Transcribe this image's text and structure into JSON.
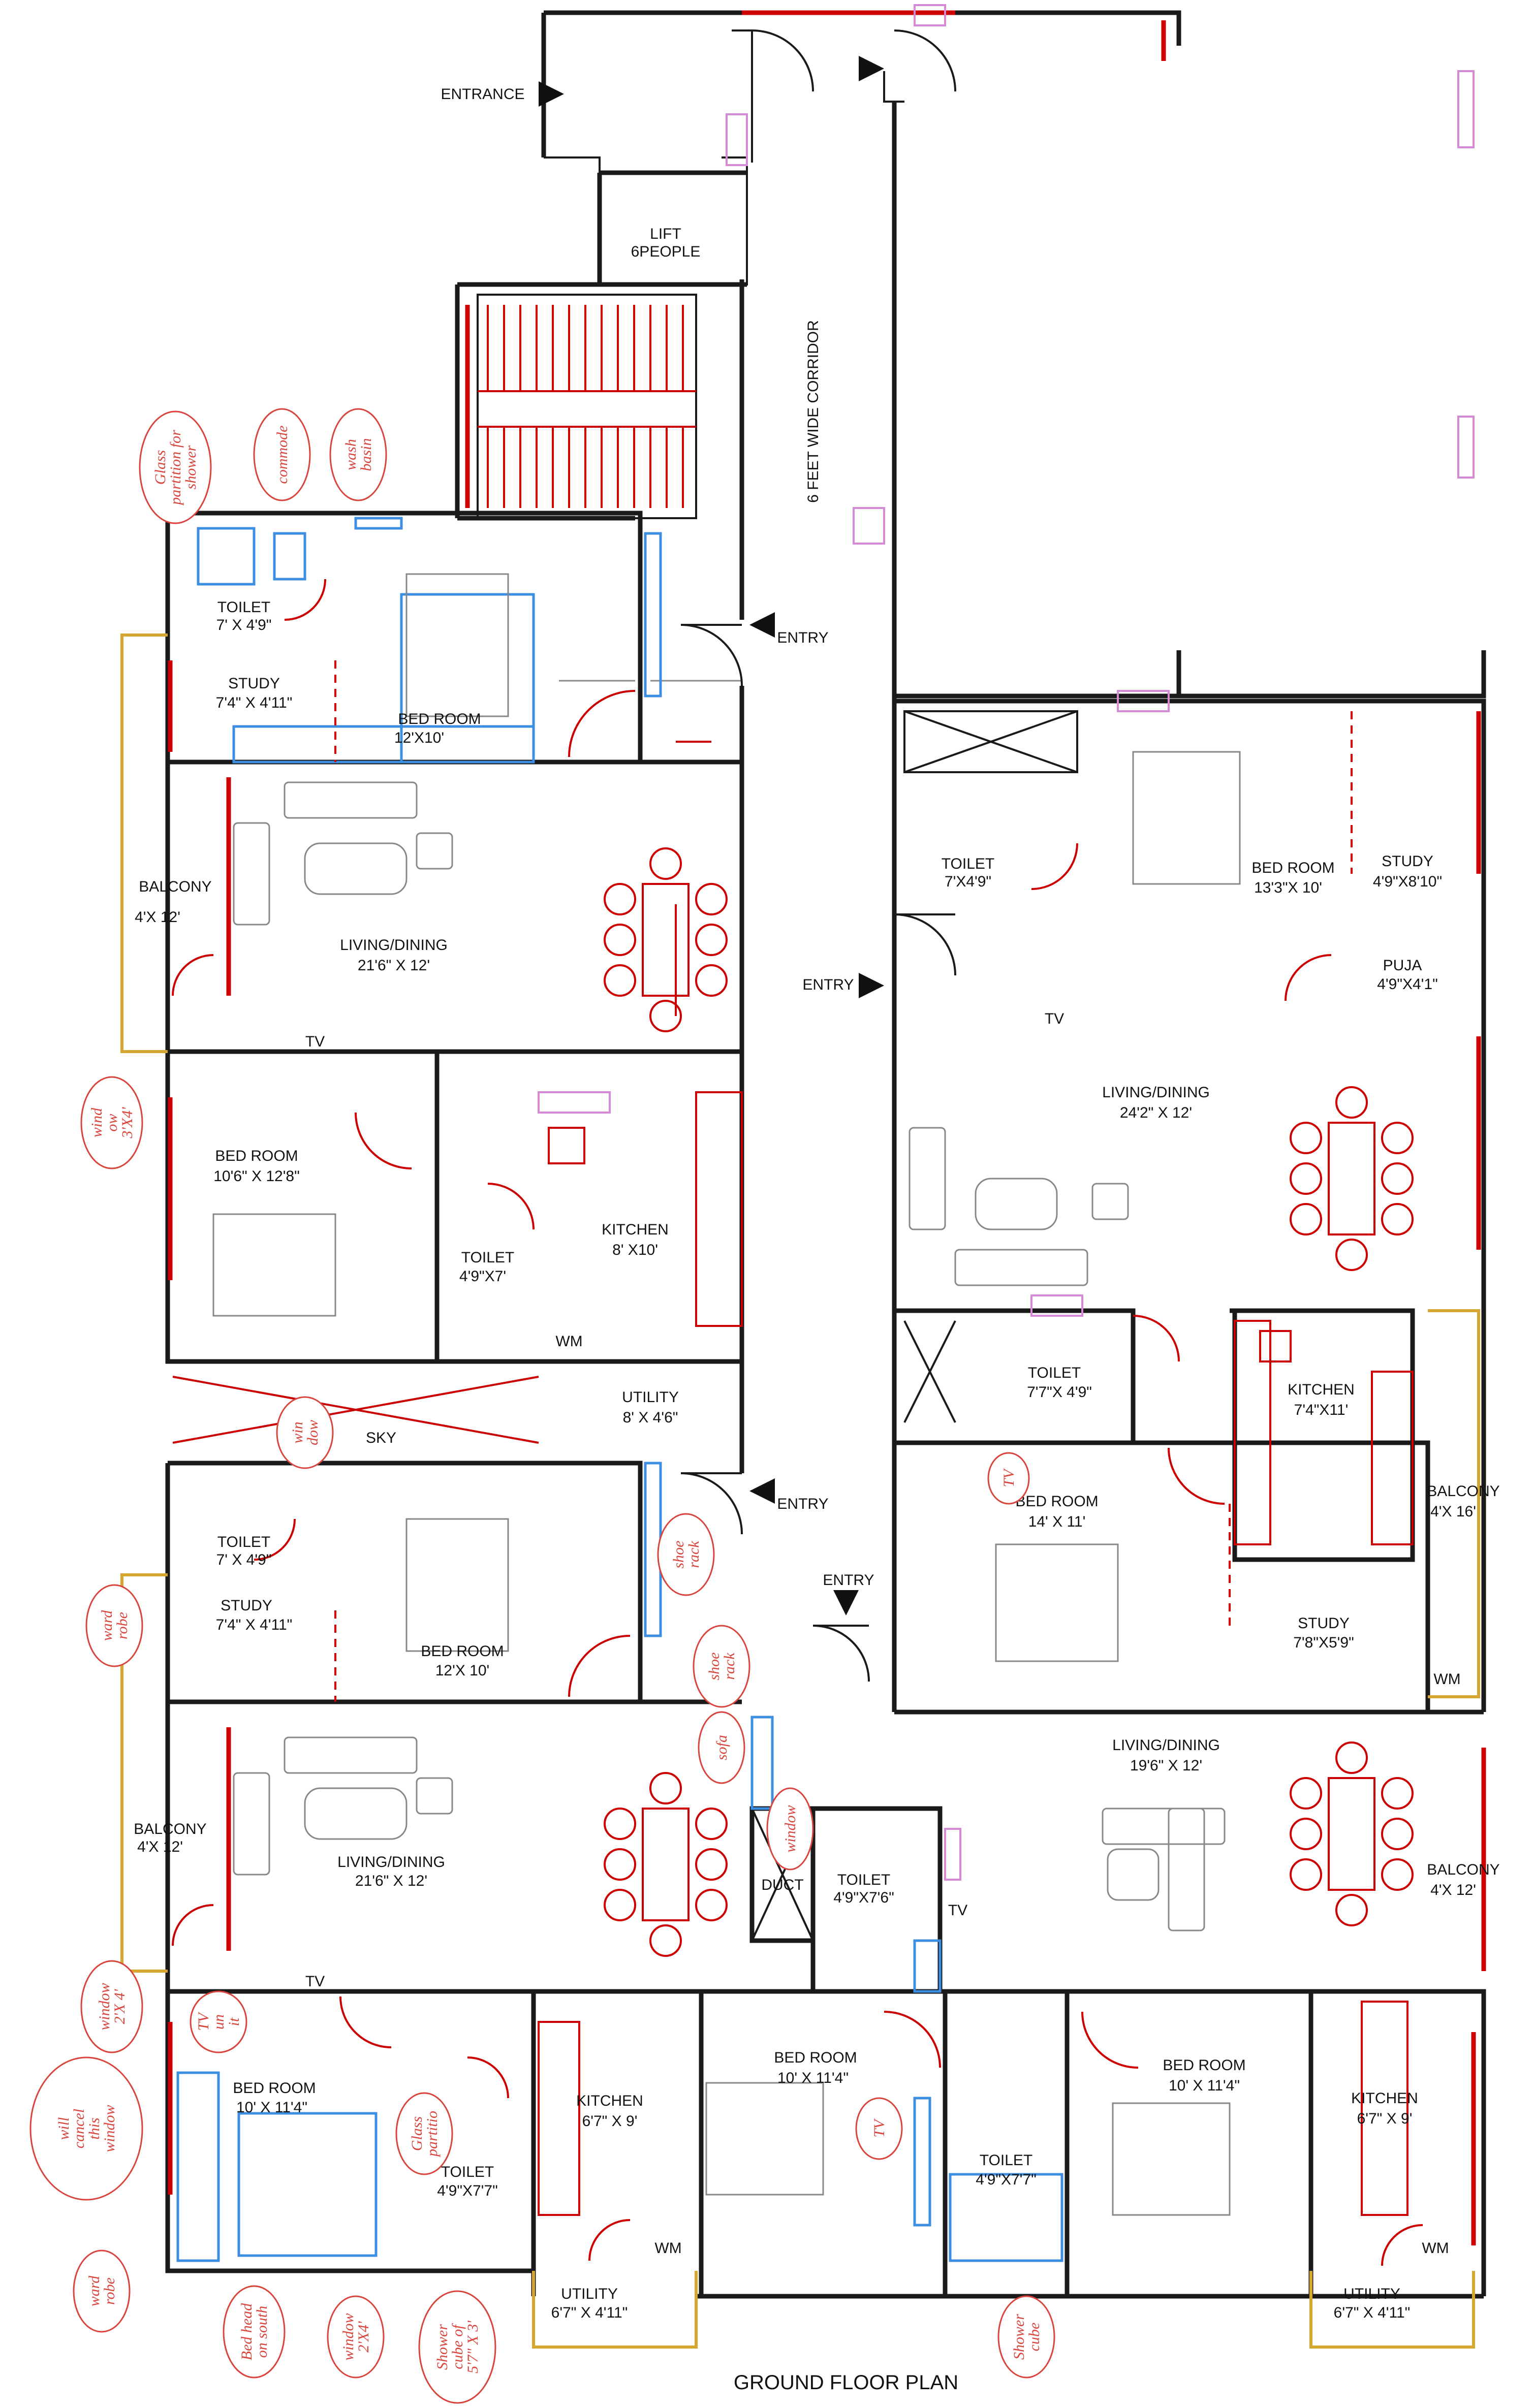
{
  "plan": {
    "title": "GROUND FLOOR PLAN",
    "entrance_label": "ENTRANCE",
    "lift_label": "LIFT",
    "lift_capacity": "6PEOPLE",
    "corridor_label": "6 FEET WIDE CORRIDOR",
    "entry_label": "ENTRY",
    "duct_label": "DUCT",
    "sky_label": "SKY"
  },
  "rooms": {
    "a_toilet": {
      "name": "TOILET",
      "dims": "7' X 4'9\""
    },
    "a_study": {
      "name": "STUDY",
      "dims": "7'4\" X 4'11\""
    },
    "a_bedroom": {
      "name": "BED ROOM",
      "dims": "12'X10'"
    },
    "a_balcony": {
      "name": "BALCONY",
      "dims": "4'X 12'"
    },
    "a_living": {
      "name": "LIVING/DINING",
      "dims": "21'6\" X 12'"
    },
    "a_tv": {
      "name": "TV"
    },
    "a_bedroom2": {
      "name": "BED ROOM",
      "dims": "10'6\" X 12'8\""
    },
    "a_toilet2": {
      "name": "TOILET",
      "dims": "4'9\"X7'"
    },
    "a_kitchen": {
      "name": "KITCHEN",
      "dims": "8' X10'"
    },
    "a_wm": {
      "name": "WM"
    },
    "a_utility": {
      "name": "UTILITY",
      "dims": "8' X 4'6\""
    },
    "b_toilet": {
      "name": "TOILET",
      "dims": "7' X 4'9\""
    },
    "b_study": {
      "name": "STUDY",
      "dims": "7'4\" X 4'11\""
    },
    "b_bedroom": {
      "name": "BED ROOM",
      "dims": "12'X 10'"
    },
    "b_balcony": {
      "name": "BALCONY",
      "dims": "4'X 12'"
    },
    "b_living": {
      "name": "LIVING/DINING",
      "dims": "21'6\" X 12'"
    },
    "b_tv": {
      "name": "TV"
    },
    "b_bedroom2": {
      "name": "BED ROOM",
      "dims": "10' X 11'4\""
    },
    "b_toilet2": {
      "name": "TOILET",
      "dims": "4'9\"X7'7\""
    },
    "b_kitchen": {
      "name": "KITCHEN",
      "dims": "6'7\" X 9'"
    },
    "b_wm": {
      "name": "WM"
    },
    "b_utility": {
      "name": "UTILITY",
      "dims": "6'7\" X 4'11\""
    },
    "c_toilet": {
      "name": "TOILET",
      "dims": "7'X4'9\""
    },
    "c_bedroom": {
      "name": "BED ROOM",
      "dims": "13'3\"X 10'"
    },
    "c_study": {
      "name": "STUDY",
      "dims": "4'9\"X8'10\""
    },
    "c_puja": {
      "name": "PUJA",
      "dims": "4'9\"X4'1\""
    },
    "c_tv": {
      "name": "TV"
    },
    "c_living": {
      "name": "LIVING/DINING",
      "dims": "24'2\" X 12'"
    },
    "c_toilet2": {
      "name": "TOILET",
      "dims": "7'7\"X 4'9\""
    },
    "c_kitchen": {
      "name": "KITCHEN",
      "dims": "7'4\"X11'"
    },
    "c_bedroom2": {
      "name": "BED ROOM",
      "dims": "14' X 11'"
    },
    "c_balcony": {
      "name": "BALCONY",
      "dims": "4'X 16'"
    },
    "c_study2": {
      "name": "STUDY",
      "dims": "7'8\"X5'9\""
    },
    "c_wm": {
      "name": "WM"
    },
    "d_living": {
      "name": "LIVING/DINING",
      "dims": "19'6\" X 12'"
    },
    "d_balcony": {
      "name": "BALCONY",
      "dims": "4'X 12'"
    },
    "d_toilet": {
      "name": "TOILET",
      "dims": "4'9\"X7'6\""
    },
    "d_tv": {
      "name": "TV"
    },
    "d_bedroom": {
      "name": "BED ROOM",
      "dims": "10' X 11'4\""
    },
    "d_toilet2": {
      "name": "TOILET",
      "dims": "4'9\"X7'7\""
    },
    "d_bedroom2": {
      "name": "BED ROOM",
      "dims": "10' X 11'4\""
    },
    "d_kitchen": {
      "name": "KITCHEN",
      "dims": "6'7\" X 9'"
    },
    "d_wm": {
      "name": "WM"
    },
    "d_utility": {
      "name": "UTILITY",
      "dims": "6'7\" X 4'11\""
    }
  },
  "annotations": {
    "glass_partition": [
      "Glass",
      "partition for",
      "shower"
    ],
    "commode": [
      "commode"
    ],
    "wash_basin": [
      "wash",
      "basin"
    ],
    "window_3x4": [
      "wind",
      "ow",
      "3'X4'"
    ],
    "window_sky": [
      "win",
      "dow"
    ],
    "shoe_rack_1": [
      "shoe",
      "rack"
    ],
    "shoe_rack_2": [
      "shoe",
      "rack"
    ],
    "wardrobe_1": [
      "ward",
      "robe"
    ],
    "sofa": [
      "sofa"
    ],
    "window_duct": [
      "window"
    ],
    "window_2x4": [
      "window",
      "2'X 4'"
    ],
    "tv_unit": [
      "TV",
      "un",
      "it"
    ],
    "will_cancel": [
      "will",
      "cancel",
      "this",
      "window"
    ],
    "glass_partition_2": [
      "Glass",
      "partitio"
    ],
    "tv_bed": [
      "TV"
    ],
    "tv_c": [
      "TV"
    ],
    "wardrobe_2": [
      "ward",
      "robe"
    ],
    "bed_head": [
      "Bed head",
      "on south"
    ],
    "window_2x4b": [
      "window",
      "2'X4'"
    ],
    "shower_cube": [
      "Shower",
      "cube of",
      "5'7\" X 3'"
    ],
    "shower_cube_2": [
      "Shower",
      "cube"
    ]
  },
  "colors": {
    "wall": "#1a1a1a",
    "window": "#c00000",
    "annotation": "#d9453c",
    "balcony_rail": "#d6a72f",
    "fixture": "#3b8ee0",
    "frame": "#d48ad4"
  }
}
